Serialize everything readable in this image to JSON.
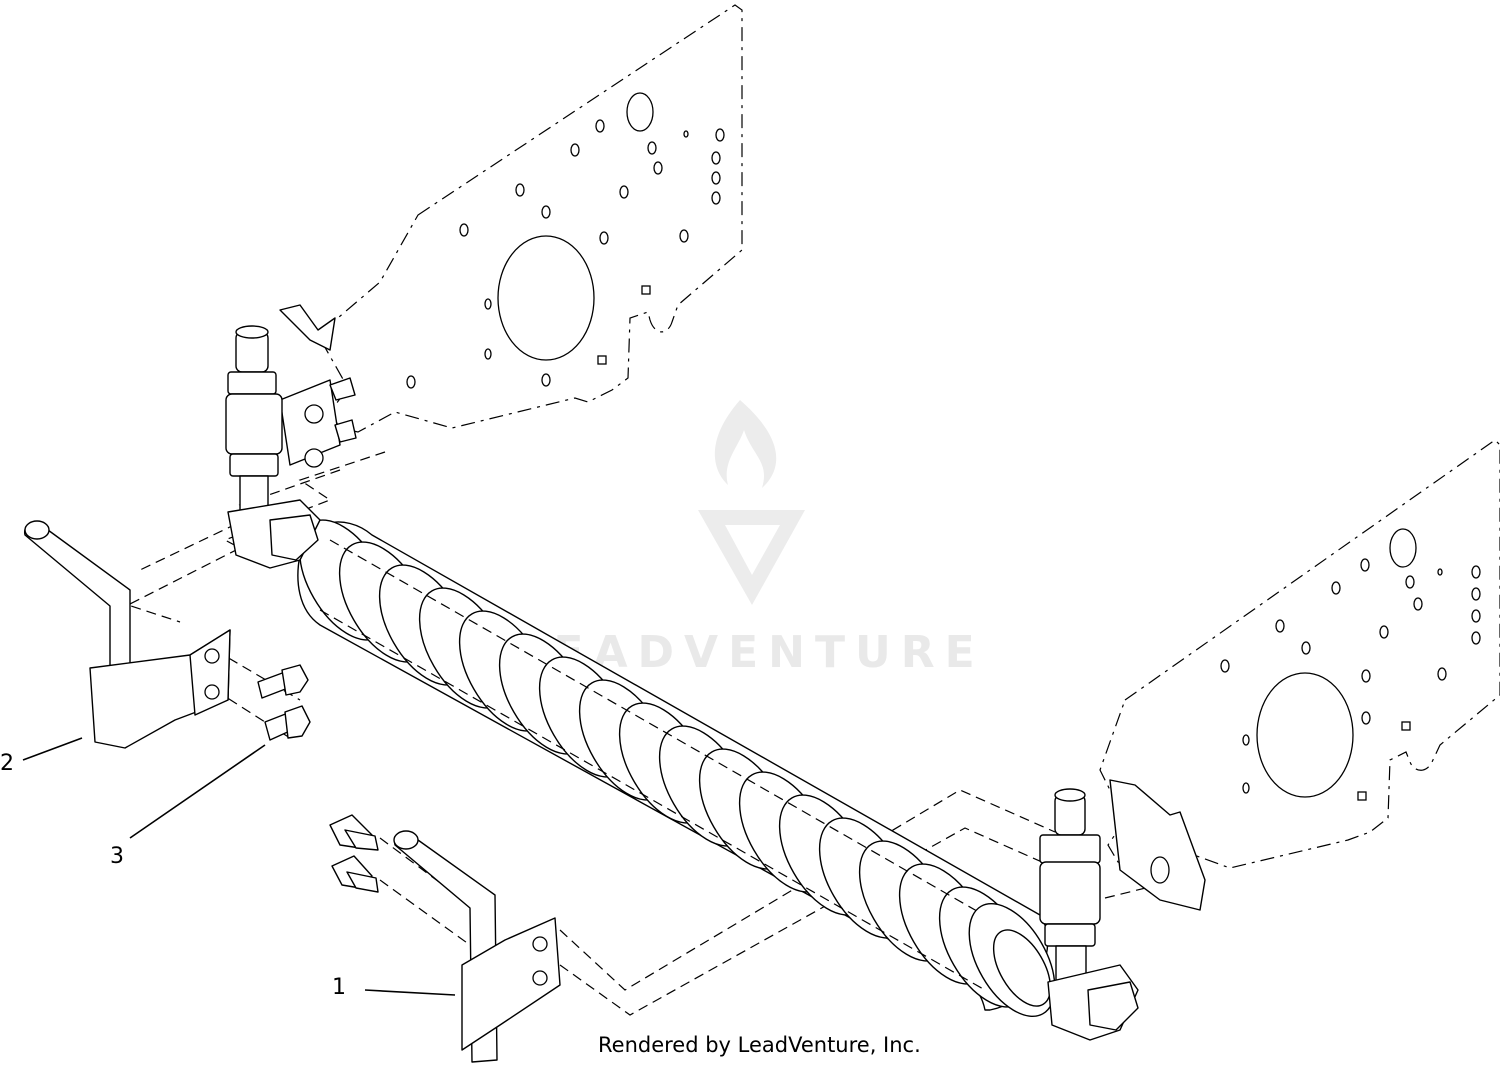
{
  "callouts": [
    {
      "label": "1"
    },
    {
      "label": "2"
    },
    {
      "label": "3"
    }
  ],
  "watermark": {
    "text": "LEADVENTURE"
  },
  "footer": {
    "text": "Rendered by LeadVenture, Inc."
  },
  "colors": {
    "line": "#000000",
    "background": "#ffffff",
    "watermark": "#e9e9e9"
  }
}
